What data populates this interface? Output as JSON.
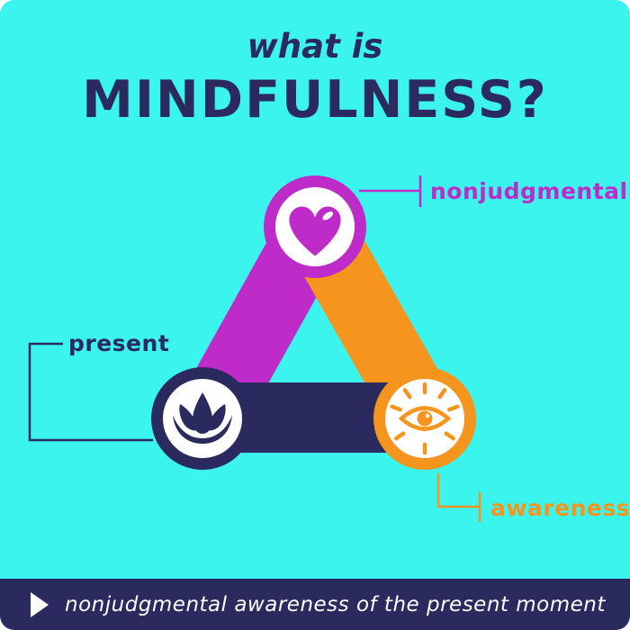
{
  "colors": {
    "background": "#3CF4EE",
    "navy": "#2B2A5E",
    "magenta": "#BE2BC8",
    "orange": "#F5951E",
    "white": "#FFFFFF"
  },
  "header": {
    "subtitle": "what is",
    "title": "MINDFULNESS?"
  },
  "diagram": {
    "labels": {
      "top": "nonjudgmental",
      "left": "present",
      "right": "awareness"
    },
    "icons": {
      "top": "heart-icon",
      "left": "lotus-icon",
      "right": "eye-icon"
    }
  },
  "footer": {
    "icon": "play-arrow-icon",
    "text": "nonjudgmental awareness of the present moment"
  }
}
